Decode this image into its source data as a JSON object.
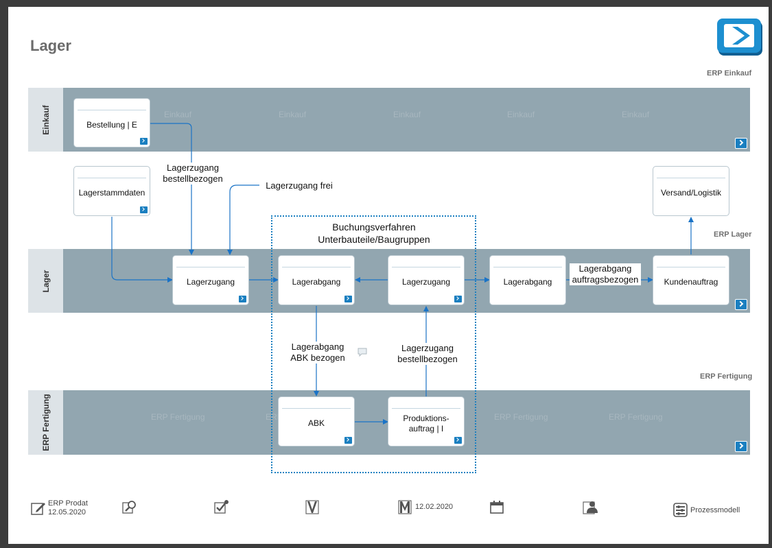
{
  "page": {
    "title": "Lager"
  },
  "lanes": {
    "einkauf": {
      "label": "Einkauf",
      "caption": "ERP Einkauf",
      "watermarks": [
        "Einkauf",
        "Einkauf",
        "Einkauf",
        "Einkauf",
        "Einkauf"
      ]
    },
    "lager": {
      "label": "Lager",
      "caption": "ERP Lager"
    },
    "fertigung": {
      "label": "ERP Fertigung",
      "caption": "ERP Fertigung",
      "watermarks": [
        "ERP Fertigung",
        "ERP Fertigung",
        "ERP Fertigung",
        "ERP Fertigung"
      ]
    }
  },
  "nodes": {
    "bestellung": "Bestellung | E",
    "lagerstammdaten": "Lagerstammdaten",
    "versand": "Versand/Logistik",
    "lagerzugang1": "Lagerzugang",
    "lagerabgang1": "Lagerabgang",
    "lagerzugang2": "Lagerzugang",
    "lagerabgang2": "Lagerabgang",
    "kundenauftrag": "Kundenauftrag",
    "abk": "ABK",
    "produktionsauftrag": "Produktions-\nauftrag | I"
  },
  "flows": {
    "lagerzugang_bestellbezogen": "Lagerzugang\nbestellbezogen",
    "lagerzugang_frei": "Lagerzugang frei",
    "buchungsverfahren": "Buchungsverfahren\nUnterbauteile/Baugruppen",
    "lagerabgang_auftragsbezogen": "Lagerabgang\nauftragsbezogen",
    "lagerabgang_abk": "Lagerabgang\nABK bezogen",
    "lagerzugang_bestellbezogen2": "Lagerzugang\nbestellbezogen"
  },
  "footer": {
    "author": "ERP Prodat\n12.05.2020",
    "modified": "12.02.2020",
    "model": "Prozessmodell"
  },
  "colors": {
    "lane": "#92a6b0",
    "accent": "#1a7fc0",
    "connector": "#1a73c6"
  }
}
